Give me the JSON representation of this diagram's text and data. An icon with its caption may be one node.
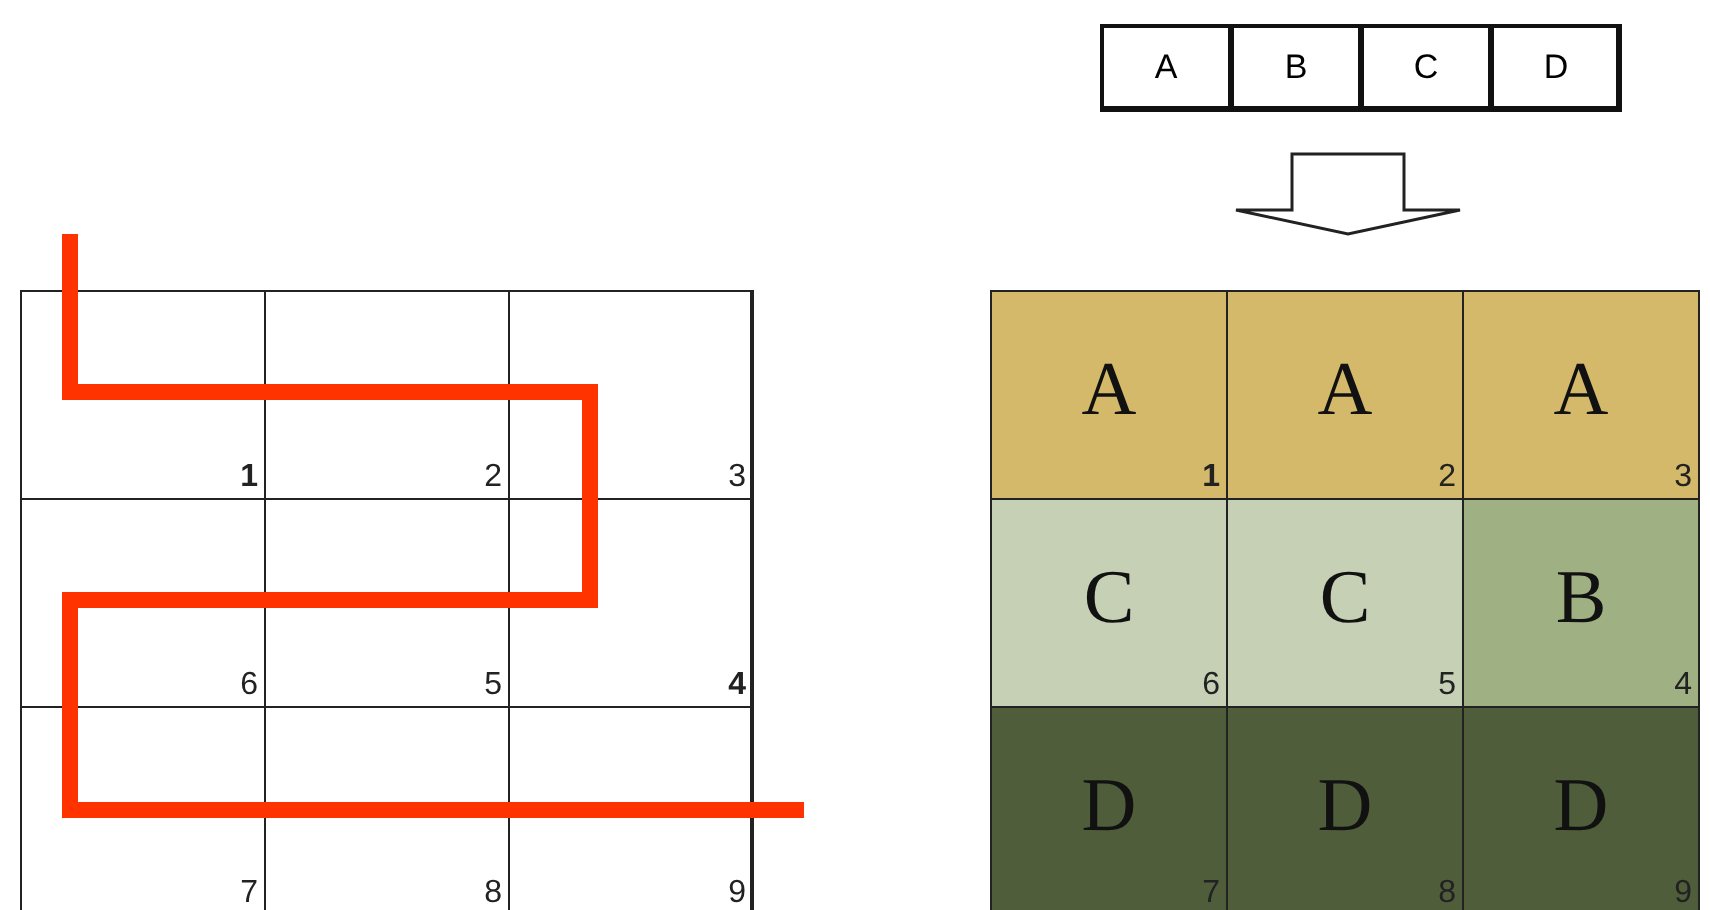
{
  "diagram": {
    "nodes": [
      {
        "text": [],
        "shape": "box"
      },
      {
        "text": [
          "A"
        ],
        "in": 0
      },
      {
        "text": [
          "B"
        ],
        "in": 0
      },
      {
        "text": [
          "C"
        ],
        "in": 0
      },
      {
        "text": [
          "D"
        ],
        "in": 0
      },
      {
        "text": [],
        "shape": "box"
      },
      {
        "text": [
          "1"
        ],
        "in": 5
      },
      {
        "text": [
          "2"
        ],
        "in": 5
      },
      {
        "text": [
          "3"
        ],
        "in": 5
      },
      {
        "text": [
          "6"
        ],
        "in": 5
      },
      {
        "text": [
          "5"
        ],
        "in": 5
      },
      {
        "text": [
          "4"
        ],
        "in": 5
      },
      {
        "text": [
          "7"
        ],
        "in": 5
      },
      {
        "text": [
          "8"
        ],
        "in": 5
      },
      {
        "text": [
          "9"
        ],
        "in": 5
      },
      {
        "text": [],
        "shape": "box"
      },
      {
        "text": [
          "A",
          "1"
        ],
        "in": 15
      },
      {
        "text": [
          "A",
          "2"
        ],
        "in": 15
      },
      {
        "text": [
          "A",
          "3"
        ],
        "in": 15
      },
      {
        "text": [
          "C",
          "6"
        ],
        "in": 15
      },
      {
        "text": [
          "C",
          "5"
        ],
        "in": 15
      },
      {
        "text": [
          "B",
          "4"
        ],
        "in": 15
      },
      {
        "text": [
          "D",
          "7"
        ],
        "in": 15
      },
      {
        "text": [
          "D",
          "8"
        ],
        "in": 15
      },
      {
        "text": [
          "D",
          "9"
        ],
        "in": 15
      }
    ],
    "edges": [
      {
        "from": 0,
        "to": 15,
        "arrow": "to"
      }
    ]
  }
}
